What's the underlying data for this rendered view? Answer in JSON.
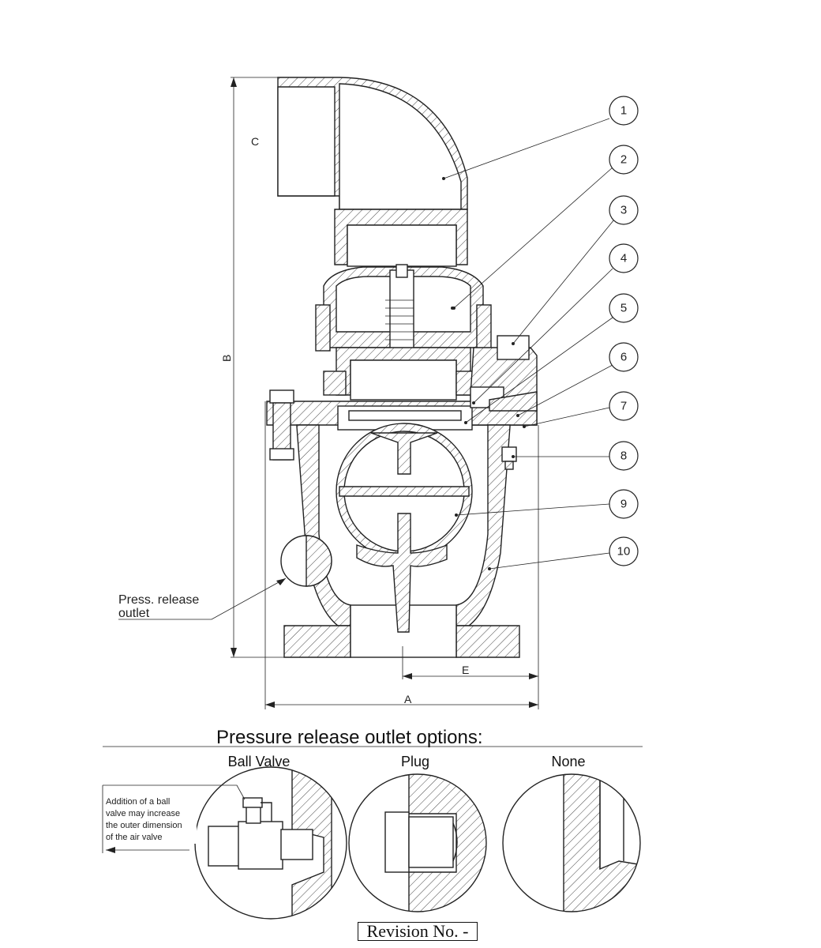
{
  "dimensions": {
    "a": "A",
    "b": "B",
    "c": "C",
    "e": "E"
  },
  "balloons": [
    "1",
    "2",
    "3",
    "4",
    "5",
    "6",
    "7",
    "8",
    "9",
    "10"
  ],
  "callout": {
    "line1": "Press. release",
    "line2": "outlet"
  },
  "options_section": {
    "title": "Pressure release outlet options:",
    "options": [
      {
        "label": "Ball Valve"
      },
      {
        "label": "Plug"
      },
      {
        "label": "None"
      }
    ],
    "ball_valve_note": [
      "Addition of a ball",
      "valve may increase",
      "the outer dimension",
      "of the air valve"
    ]
  },
  "revision": "Revision No. -"
}
